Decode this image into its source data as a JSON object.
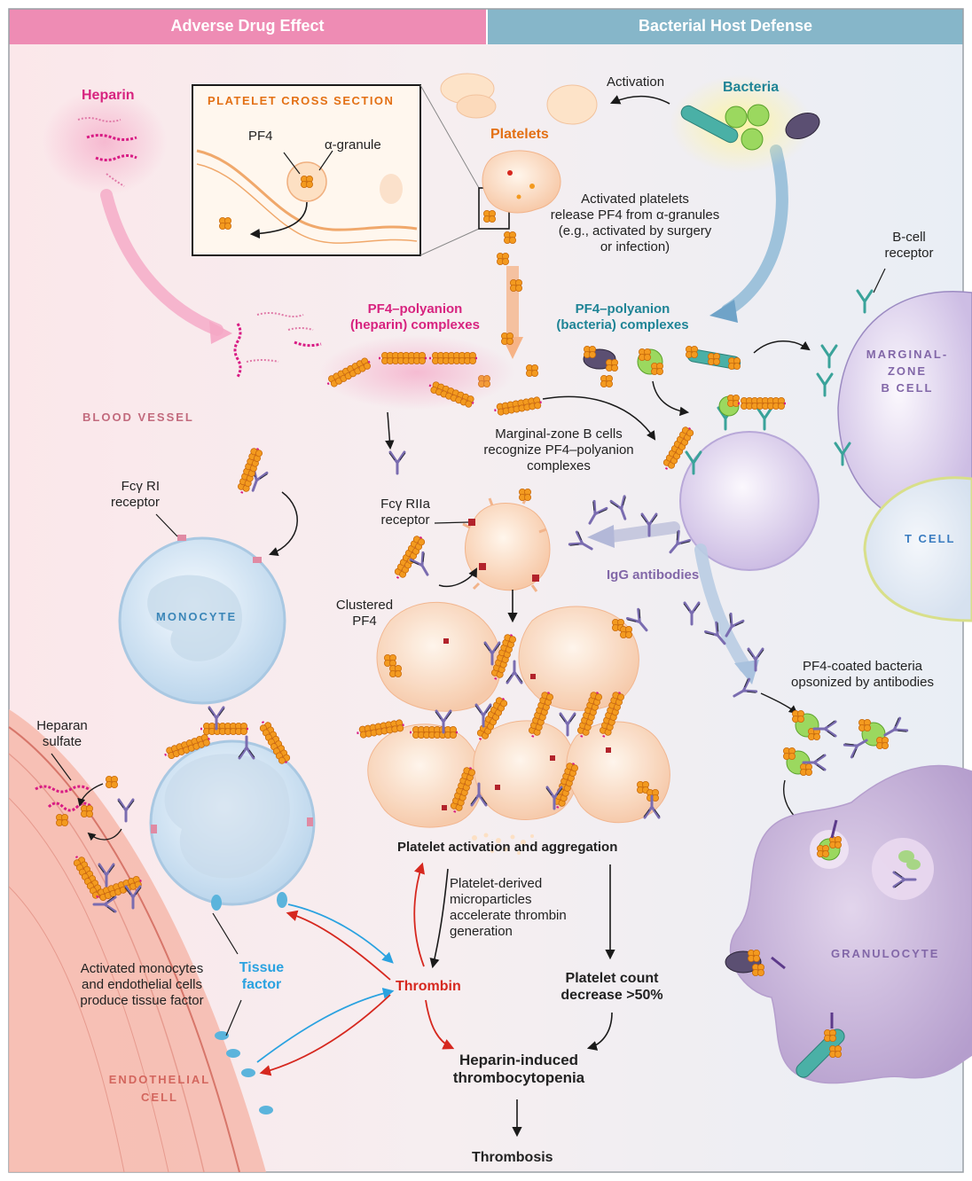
{
  "headers": {
    "left": "Adverse Drug Effect",
    "right": "Bacterial Host Defense"
  },
  "labels": {
    "heparin": "Heparin",
    "platelet_cross_section": "PLATELET CROSS SECTION",
    "pf4": "PF4",
    "alpha_granule": "α-granule",
    "platelets": "Platelets",
    "activation": "Activation",
    "bacteria": "Bacteria",
    "activated_platelets_release": [
      "Activated platelets",
      "release PF4 from α-granules",
      "(e.g., activated by surgery",
      "or infection)"
    ],
    "b_cell_receptor": [
      "B-cell",
      "receptor"
    ],
    "pf4_polyanion_heparin": [
      "PF4–polyanion",
      "(heparin) complexes"
    ],
    "pf4_polyanion_bacteria": [
      "PF4–polyanion",
      "(bacteria) complexes"
    ],
    "marginal_zone_b_cell": [
      "MARGINAL-",
      "ZONE",
      "B CELL"
    ],
    "blood_vessel": "BLOOD VESSEL",
    "marginal_zone_recognize": [
      "Marginal-zone B cells",
      "recognize PF4–polyanion",
      "complexes"
    ],
    "fc_gamma_ri": [
      "Fcγ RI",
      "receptor"
    ],
    "fc_gamma_riia": [
      "Fcγ RIIa",
      "receptor"
    ],
    "t_cell": "T CELL",
    "igg_antibodies": "IgG antibodies",
    "monocyte": "MONOCYTE",
    "clustered_pf4": [
      "Clustered",
      "PF4"
    ],
    "pf4_coated_bacteria": [
      "PF4-coated bacteria",
      "opsonized by antibodies"
    ],
    "heparan_sulfate": [
      "Heparan",
      "sulfate"
    ],
    "platelet_activation_aggregation": "Platelet activation and aggregation",
    "platelet_derived_microparticles": [
      "Platelet-derived",
      "microparticles",
      "accelerate thrombin",
      "generation"
    ],
    "granulocyte": "GRANULOCYTE",
    "activated_monocytes": [
      "Activated monocytes",
      "and endothelial cells",
      "produce tissue factor"
    ],
    "tissue_factor": [
      "Tissue",
      "factor"
    ],
    "thrombin": "Thrombin",
    "platelet_count_decrease": [
      "Platelet count",
      "decrease >50%"
    ],
    "endothelial_cell": [
      "ENDOTHELIAL",
      "CELL"
    ],
    "heparin_induced_thrombocytopenia": [
      "Heparin-induced",
      "thrombocytopenia"
    ],
    "thrombosis": "Thrombosis"
  },
  "colors": {
    "left_header": "#ee8cb4",
    "right_header": "#86b6c9",
    "pf4_orange": "#f39a1f",
    "heparin_magenta": "#d81b84",
    "antibody_violet": "#7a6cb0",
    "thrombin_red": "#d6281f",
    "tissue_factor_blue": "#2aa2e0"
  }
}
